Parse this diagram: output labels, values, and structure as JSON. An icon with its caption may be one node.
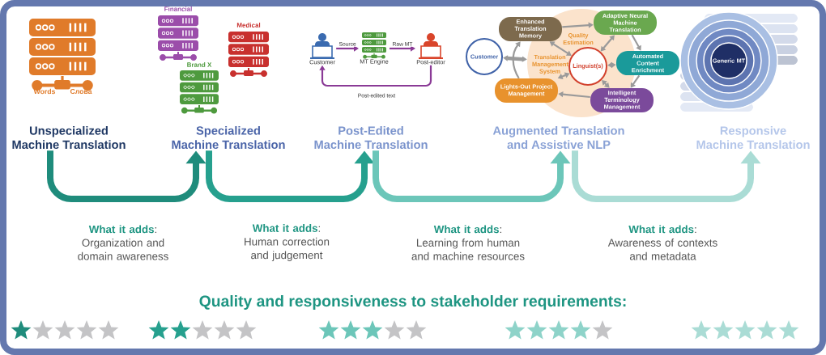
{
  "diagram": {
    "title": "Quality and responsiveness to stakeholder requirements:",
    "nodes": [
      {
        "text": [
          "Unspecialized Machine Translation"
        ]
      },
      {
        "text": [
          "Specialized Machine Translation"
        ]
      },
      {
        "text": [
          "Post-Edited Machine Translation"
        ]
      },
      {
        "text": [
          "Augmented Translation and Assistive NLP"
        ]
      },
      {
        "text": [
          "Responsive Machine Translation"
        ]
      },
      {
        "text": [
          "Customer"
        ]
      },
      {
        "text": [
          "MT Engine"
        ]
      },
      {
        "text": [
          "Post-editor"
        ]
      },
      {
        "text": [
          "Customer"
        ]
      },
      {
        "text": [],
        "shape": "circle"
      },
      {
        "text": [
          "Linguist(s)"
        ],
        "in": 9
      },
      {
        "text": [
          "Enhanced Translation Memory"
        ]
      },
      {
        "text": [
          "Adaptive Neural Machine Translation"
        ]
      },
      {
        "text": [
          "Automated Content Enrichment"
        ]
      },
      {
        "text": [
          "Intelligent Terminology Management"
        ]
      },
      {
        "text": [
          "Lights-Out Project Management"
        ]
      }
    ],
    "edges": [
      {
        "from": 0,
        "to": 1,
        "arrow": "to",
        "label": "**What it adds**: Organization and domain awareness",
        "style": "thick",
        "color": "#1f8c7c"
      },
      {
        "from": 1,
        "to": 2,
        "arrow": "to",
        "label": "**What it adds**: Human correction and judgement",
        "style": "thick",
        "color": "#26a08e"
      },
      {
        "from": 2,
        "to": 3,
        "arrow": "to",
        "label": "**What it adds**: Learning from human and machine resources",
        "style": "thick",
        "color": "#6cc6b9"
      },
      {
        "from": 3,
        "to": 4,
        "arrow": "to",
        "label": "**What it adds**: Awareness of contexts and metadata",
        "style": "thick",
        "color": "#aadcd5"
      },
      {
        "from": 5,
        "to": 6,
        "arrow": "to",
        "label": "Source",
        "color": "#8a3a96"
      },
      {
        "from": 6,
        "to": 7,
        "arrow": "to",
        "label": "Raw MT",
        "color": "#8a3a96"
      },
      {
        "from": 7,
        "to": 5,
        "arrow": "to",
        "label": "Post-edited text",
        "color": "#8a3a96"
      },
      {
        "from": 8,
        "to": 9,
        "arrow": "both",
        "style": "thick",
        "color": "#9a9a9a"
      },
      {
        "from": 10,
        "to": 11,
        "arrow": "both",
        "color": "#9a9a9a"
      },
      {
        "from": 10,
        "to": 12,
        "arrow": "both",
        "color": "#9a9a9a"
      },
      {
        "from": 10,
        "to": 13,
        "arrow": "both",
        "color": "#9a9a9a"
      },
      {
        "from": 10,
        "to": 14,
        "arrow": "both",
        "color": "#9a9a9a"
      },
      {
        "from": 10,
        "to": 15,
        "arrow": "both",
        "color": "#9a9a9a"
      },
      {
        "from": 11,
        "to": 12,
        "arrow": "to",
        "color": "#9a9a9a"
      },
      {
        "from": 12,
        "to": 13,
        "arrow": "to",
        "color": "#9a9a9a"
      },
      {
        "from": 13,
        "to": 14,
        "arrow": "to",
        "color": "#9a9a9a"
      },
      {
        "from": 14,
        "to": 15,
        "arrow": "to",
        "color": "#9a9a9a"
      },
      {
        "from": 15,
        "to": 11,
        "arrow": "to",
        "color": "#9a9a9a"
      }
    ],
    "labels": [
      "Words",
      "Слова",
      "Financial",
      "Medical",
      "Brand X",
      "Quality Estimation",
      "Translation Management System",
      "Generic MT"
    ]
  }
}
